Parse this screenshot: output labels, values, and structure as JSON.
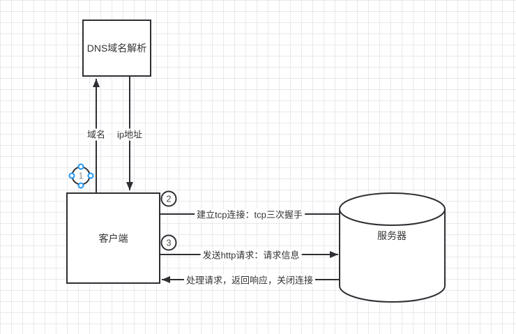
{
  "nodes": {
    "dns": {
      "label": "DNS域名解析"
    },
    "client": {
      "label": "客户端"
    },
    "server": {
      "label": "服务器"
    }
  },
  "steps": [
    {
      "label": "1",
      "selected": true
    },
    {
      "label": "2",
      "selected": false
    },
    {
      "label": "3",
      "selected": false
    }
  ],
  "edges": {
    "domain": {
      "label": "域名"
    },
    "ip": {
      "label": "ip地址"
    },
    "tcp": {
      "label": "建立tcp连接：tcp三次握手"
    },
    "http": {
      "label": "发送http请求：请求信息"
    },
    "response": {
      "label": "处理请求，返回响应，关闭连接"
    }
  },
  "colors": {
    "stroke": "#2d2f33",
    "text": "#333333",
    "selection_handle": "#2196f3",
    "grid": "#e9e9ee",
    "shape_fill": "#ffffff"
  }
}
